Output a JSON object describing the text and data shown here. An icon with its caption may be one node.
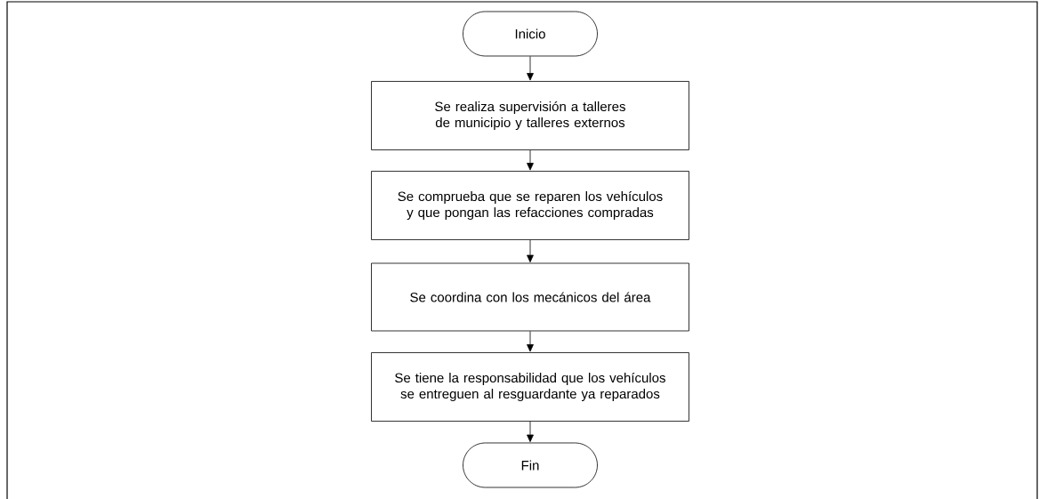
{
  "diagram": {
    "nodes": [
      {
        "text": [
          "Inicio"
        ]
      },
      {
        "text": [
          "Se realiza supervisión a talleres de municipio y talleres externos"
        ]
      },
      {
        "text": [
          "Se comprueba que se reparen los vehículos y que pongan las refacciones compradas"
        ]
      },
      {
        "text": [
          "Se coordina con los mecánicos del área"
        ]
      },
      {
        "text": [
          "Se tiene la responsabilidad que los vehículos se entreguen al resguardante ya reparados"
        ]
      },
      {
        "text": [
          "Fin"
        ]
      }
    ],
    "edges": [
      {
        "from": 0,
        "to": 1,
        "arrow": "to"
      },
      {
        "from": 1,
        "to": 2,
        "arrow": "to"
      },
      {
        "from": 2,
        "to": 3,
        "arrow": "to"
      },
      {
        "from": 3,
        "to": 4,
        "arrow": "to"
      },
      {
        "from": 4,
        "to": 5,
        "arrow": "to"
      }
    ]
  }
}
